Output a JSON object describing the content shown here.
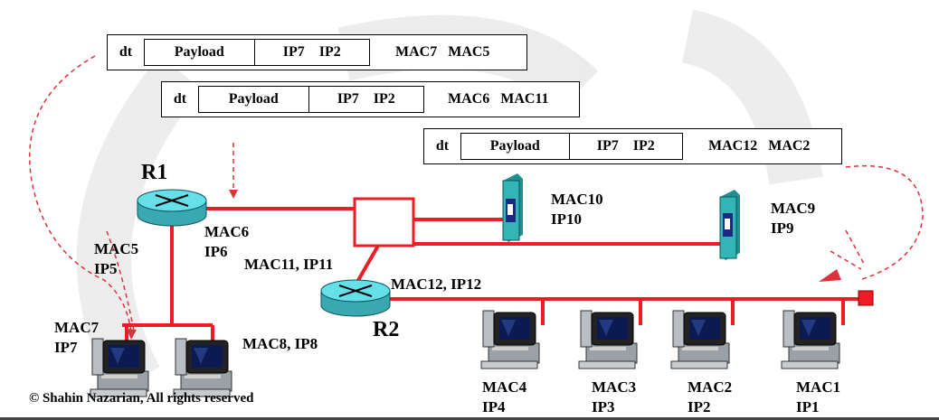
{
  "frames": [
    {
      "dt": "dt",
      "payload": "Payload",
      "ip_dst": "IP7",
      "ip_src": "IP2",
      "mac": "MAC7   MAC5"
    },
    {
      "dt": "dt",
      "payload": "Payload",
      "ip_dst": "IP7",
      "ip_src": "IP2",
      "mac": "MAC6   MAC11"
    },
    {
      "dt": "dt",
      "payload": "Payload",
      "ip_dst": "IP7",
      "ip_src": "IP2",
      "mac": "MAC12   MAC2"
    }
  ],
  "routers": {
    "r1": "R1",
    "r2": "R2"
  },
  "labels": {
    "r1_right": [
      "MAC6",
      "IP6"
    ],
    "r1_left": [
      "MAC5",
      "IP5"
    ],
    "r2_left": "MAC11, IP11",
    "r2_right": "MAC12, IP12",
    "server10": [
      "MAC10",
      "IP10"
    ],
    "server9": [
      "MAC9",
      "IP9"
    ],
    "host7": [
      "MAC7",
      "IP7"
    ],
    "host8": "MAC8, IP8",
    "host4": [
      "MAC4",
      "IP4"
    ],
    "host3": [
      "MAC3",
      "IP3"
    ],
    "host2": [
      "MAC2",
      "IP2"
    ],
    "host1": [
      "MAC1",
      "IP1"
    ]
  },
  "copyright": "© Shahin Nazarian, All rights reserved",
  "colors": {
    "link": "#ee1c24",
    "router": "#66e0e8",
    "server": "#33b5b5",
    "arrow": "#e0303a"
  }
}
